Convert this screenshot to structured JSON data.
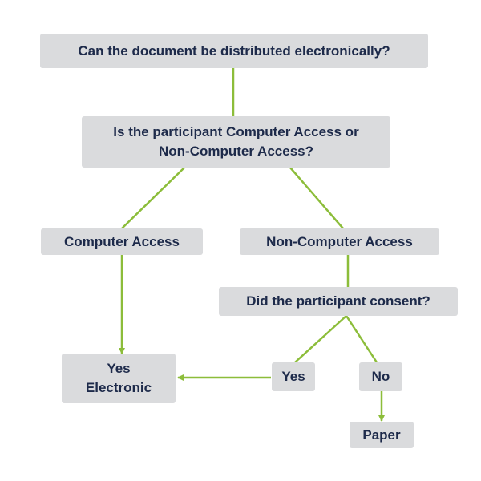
{
  "diagram": {
    "type": "decision-flowchart",
    "colors": {
      "box_fill": "#dadbdd",
      "text": "#1d2a4a",
      "connector": "#8cbd3a"
    },
    "nodes": {
      "q_distribute": {
        "label": "Can the document be distributed electronically?"
      },
      "q_access": {
        "line1": "Is the participant Computer Access or",
        "line2": "Non-Computer Access?"
      },
      "computer_access": {
        "label": "Computer Access"
      },
      "non_computer_access": {
        "label": "Non-Computer Access"
      },
      "q_consent": {
        "label": "Did the participant consent?"
      },
      "yes": {
        "label": "Yes"
      },
      "no": {
        "label": "No"
      },
      "yes_electronic": {
        "line1": "Yes",
        "line2": "Electronic"
      },
      "paper": {
        "label": "Paper"
      }
    },
    "edges": [
      {
        "from": "q_distribute",
        "to": "q_access",
        "arrow": false
      },
      {
        "from": "q_access",
        "to": "computer_access",
        "arrow": false
      },
      {
        "from": "q_access",
        "to": "non_computer_access",
        "arrow": false
      },
      {
        "from": "computer_access",
        "to": "yes_electronic",
        "arrow": true
      },
      {
        "from": "non_computer_access",
        "to": "q_consent",
        "arrow": false
      },
      {
        "from": "q_consent",
        "to": "yes",
        "arrow": false
      },
      {
        "from": "q_consent",
        "to": "no",
        "arrow": false
      },
      {
        "from": "yes",
        "to": "yes_electronic",
        "arrow": true
      },
      {
        "from": "no",
        "to": "paper",
        "arrow": true
      }
    ]
  }
}
